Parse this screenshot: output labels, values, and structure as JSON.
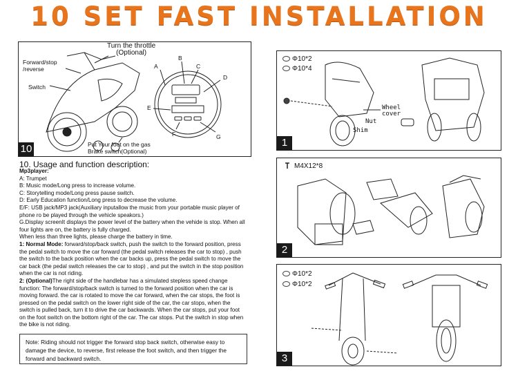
{
  "header": {
    "title": "10 SET FAST INSTALLATION"
  },
  "panel10": {
    "number": "10",
    "labels": {
      "throttle": "Turn the throttle\n(Optional)",
      "forward_stop": "Forward/stop\n/reverse",
      "switch": "Switch",
      "brake": "Put Your foot on the gas\nBrake switch(Optional)",
      "a": "A",
      "b": "B",
      "c": "C",
      "d": "D",
      "e": "E",
      "f": "F",
      "g": "G"
    }
  },
  "usage": {
    "title": "10. Usage and function description:",
    "mp3_heading": "Mp3player:",
    "lines": [
      "A: Trumpet",
      "B: Music mode/Long press to increase volume.",
      "C: Storytelling mode/Long press pause switch.",
      "D: Early Education function/Long press to decrease the volume.",
      "E/F: USB jack/MP3 jack(Auxiliary inputallow the music from your portable music player of phone ro be played through the vehicle speakors.)",
      "G.Display screenIt displays the power level of the battery when the vehide is stop. When all four lights are on, the battery is fully charged.",
      "When less than three lights, please charge the battery in time."
    ],
    "normal_heading": "1: Normal Mode:",
    "normal_text": " forward/stop/back switch, push the switch to the forward position, press the pedal switch to move the car forward (the pedal switch releases the car to stop) , push the switch to the back position when the car backs up, press the pedal switch to move the car back (the pedal switch releases the car to stop) , and put the switch in the stop position when the car is not riding.",
    "optional_heading": "2: (Optional)",
    "optional_text": "The right side of the handlebar has a simulated stepless speed change function: The forward/stop/back switch is turned to the forward position when the car is moving forward. the car is rotated to move the car forward, when the car stops, the foot is pressed on the pedal switch on the lower right side of the car, the car stops, when the switch is pulled back, turn it to drive the car backwards. When the car stops, put your foot on the foot switch on the bottom right of the car. The car stops. Put the switch in stop when the bike is not riding."
  },
  "note": {
    "text": "Note: Riding should not trigger the forward stop back switch, otherwise easy to damage the device, to reverse, first release the foot switch, and then trigger the forward and backward switch."
  },
  "step1": {
    "number": "1",
    "parts": [
      "Φ10*2",
      "Φ10*4"
    ],
    "labels": {
      "wheel_cover": "Wheel\ncover",
      "nut": "Nut",
      "shim": "Shim"
    }
  },
  "step2": {
    "number": "2",
    "parts": [
      "M4X12*8"
    ]
  },
  "step3": {
    "number": "3",
    "parts": [
      "Φ10*2",
      "Φ10*2"
    ]
  }
}
